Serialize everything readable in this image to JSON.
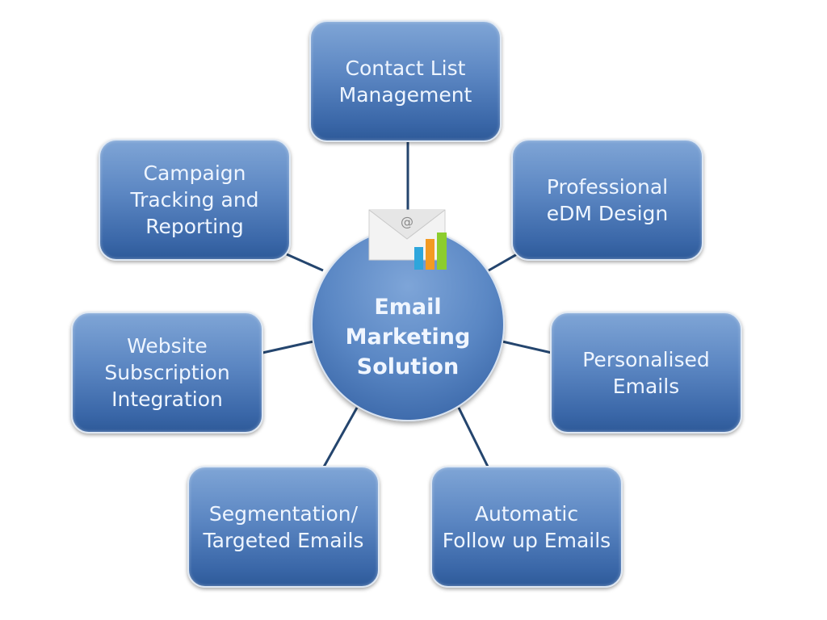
{
  "center": {
    "label": "Email\nMarketing\nSolution",
    "icon": "email-chart-icon"
  },
  "nodes": [
    {
      "label": "Contact List\nManagement"
    },
    {
      "label": "Campaign\nTracking and\nReporting"
    },
    {
      "label": "Professional\neDM Design"
    },
    {
      "label": "Website\nSubscription\nIntegration"
    },
    {
      "label": "Personalised\nEmails"
    },
    {
      "label": "Segmentation/\nTargeted Emails"
    },
    {
      "label": "Automatic\nFollow up Emails"
    }
  ],
  "colors": {
    "box_top": "#7fa5d6",
    "box_bottom": "#2e5a99",
    "connector": "#24456e",
    "text": "#eef5ff"
  }
}
